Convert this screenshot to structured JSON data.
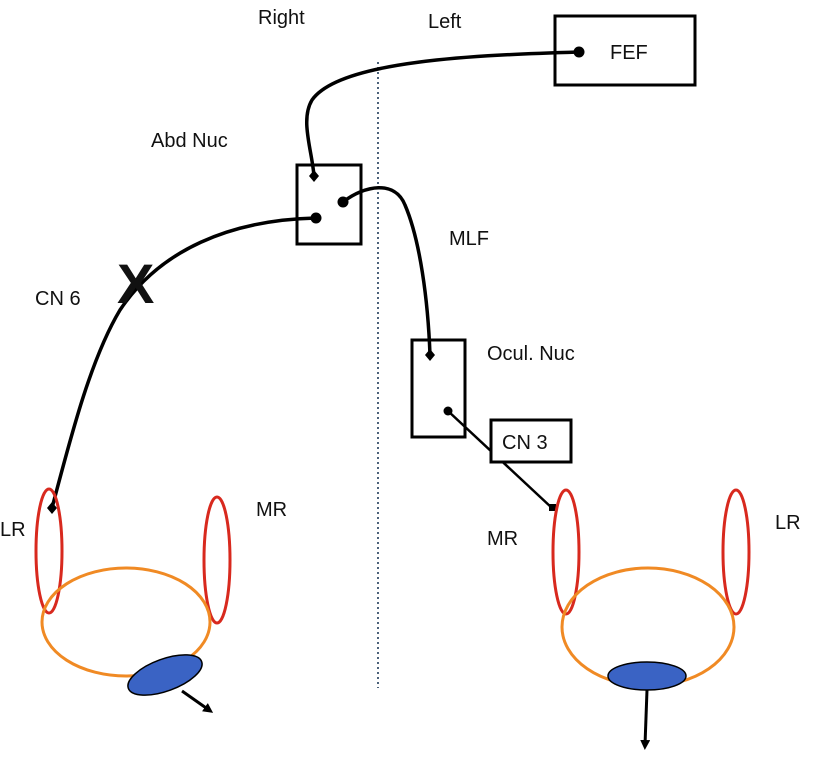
{
  "labels": {
    "right": "Right",
    "left": "Left",
    "fef": "FEF",
    "abd_nuc": "Abd Nuc",
    "mlf": "MLF",
    "cn6": "CN 6",
    "ocul_nuc": "Ocul. Nuc",
    "cn3": "CN 3",
    "right_eye_lr": "LR",
    "right_eye_mr": "MR",
    "left_eye_mr": "MR",
    "left_eye_lr": "LR"
  },
  "colors": {
    "line": "#000000",
    "midline": "#1f3b5a",
    "muscle": "#d8291e",
    "globe": "#f08a24",
    "pupil": "#3a63c4"
  },
  "lesion_marker": "X"
}
